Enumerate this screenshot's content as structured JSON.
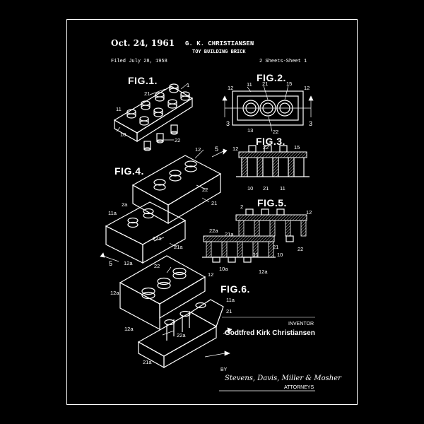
{
  "header": {
    "date": "Oct. 24, 1961",
    "inventor_name": "G. K. CHRISTIANSEN",
    "title": "TOY BUILDING BRICK",
    "filed": "Filed July 28, 1958",
    "sheets": "2 Sheets-Sheet 1"
  },
  "figures": {
    "fig1": "FIG.1.",
    "fig2": "FIG.2.",
    "fig3": "FIG.3.",
    "fig4": "FIG.4.",
    "fig5": "FIG.5.",
    "fig6": "FIG.6."
  },
  "refs": {
    "fig1": [
      "1",
      "21",
      "11",
      "10",
      "22"
    ],
    "fig2": [
      "12",
      "11",
      "21",
      "15",
      "12",
      "3",
      "3",
      "13",
      "22"
    ],
    "fig3": [
      "12",
      "22",
      "15",
      "10",
      "21",
      "11"
    ],
    "fig4": [
      "12",
      "5",
      "22",
      "21",
      "2a",
      "11a",
      "22a",
      "21a",
      "5",
      "12a"
    ],
    "fig5": [
      "2",
      "12",
      "22a",
      "21a",
      "10a",
      "12a",
      "21",
      "11",
      "10",
      "22"
    ],
    "fig6": [
      "22",
      "12",
      "12a",
      "21",
      "11a",
      "22a",
      "12a",
      "21a"
    ]
  },
  "signature": {
    "inventor_label": "INVENTOR",
    "inventor_full": "Godtfred Kirk Christiansen",
    "by": "BY",
    "attorneys_signature": "Stevens, Davis, Miller & Mosher",
    "attorneys_label": "ATTORNEYS"
  },
  "colors": {
    "background": "#000000",
    "ink": "#ffffff"
  }
}
